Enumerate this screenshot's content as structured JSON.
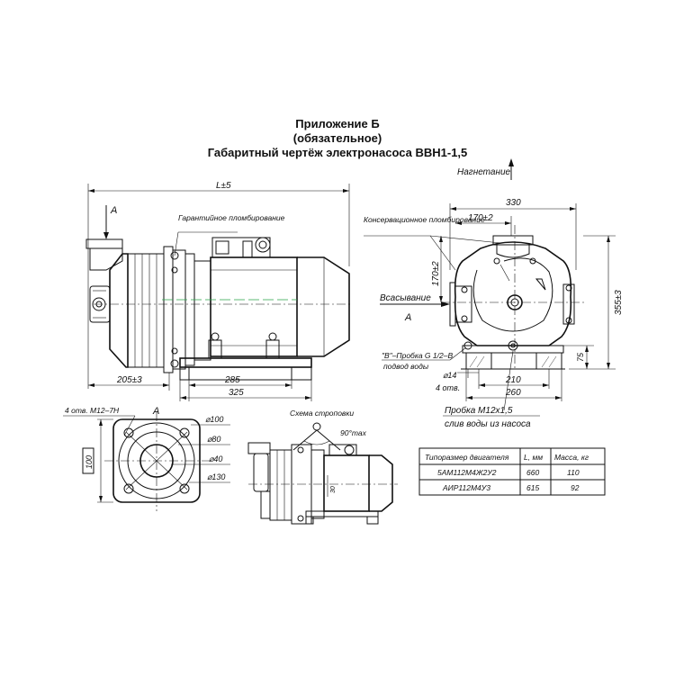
{
  "title": {
    "line1": "Приложение Б",
    "line2": "(обязательное)",
    "line3": "Габаритный чертёж электронасоса ВВН1-1,5"
  },
  "front_view": {
    "dim_L": "L±5",
    "view_a": "A",
    "guarantee_seal": "Гарантийное пломбирование",
    "dim_205": "205±3",
    "dim_285": "285",
    "dim_325": "325"
  },
  "side_view": {
    "discharge": "Нагнетание",
    "conservation_seal": "Консервационное пломбирование",
    "dim_330": "330",
    "dim_170w": "170±2",
    "dim_170h": "170±2",
    "dim_355": "355±3",
    "suction": "Всасывание",
    "view_a": "A",
    "plug_b": "\"В\"–Пробка G 1/2–В",
    "water_supply": "подвод воды",
    "dim_14": "⌀14",
    "holes": "4 отв.",
    "dim_210": "210",
    "dim_260": "260",
    "dim_75": "75",
    "plug_m12": "Пробка М12х1,5",
    "water_drain": "слив воды из насоса"
  },
  "flange_view": {
    "holes": "4 отв. М12–7Н",
    "view_a": "A",
    "dim_100_side": "100",
    "d100": "⌀100",
    "d80": "⌀80",
    "d40": "⌀40",
    "d130": "⌀130"
  },
  "sling_view": {
    "label": "Схема строповки",
    "angle": "90°max",
    "small_dim": "30"
  },
  "table": {
    "headers": [
      "Типоразмер двигателя",
      "L, мм",
      "Масса, кг"
    ],
    "rows": [
      [
        "5АМ112М4Ж2У2",
        "660",
        "110"
      ],
      [
        "АИР112М4У3",
        "615",
        "92"
      ]
    ]
  }
}
